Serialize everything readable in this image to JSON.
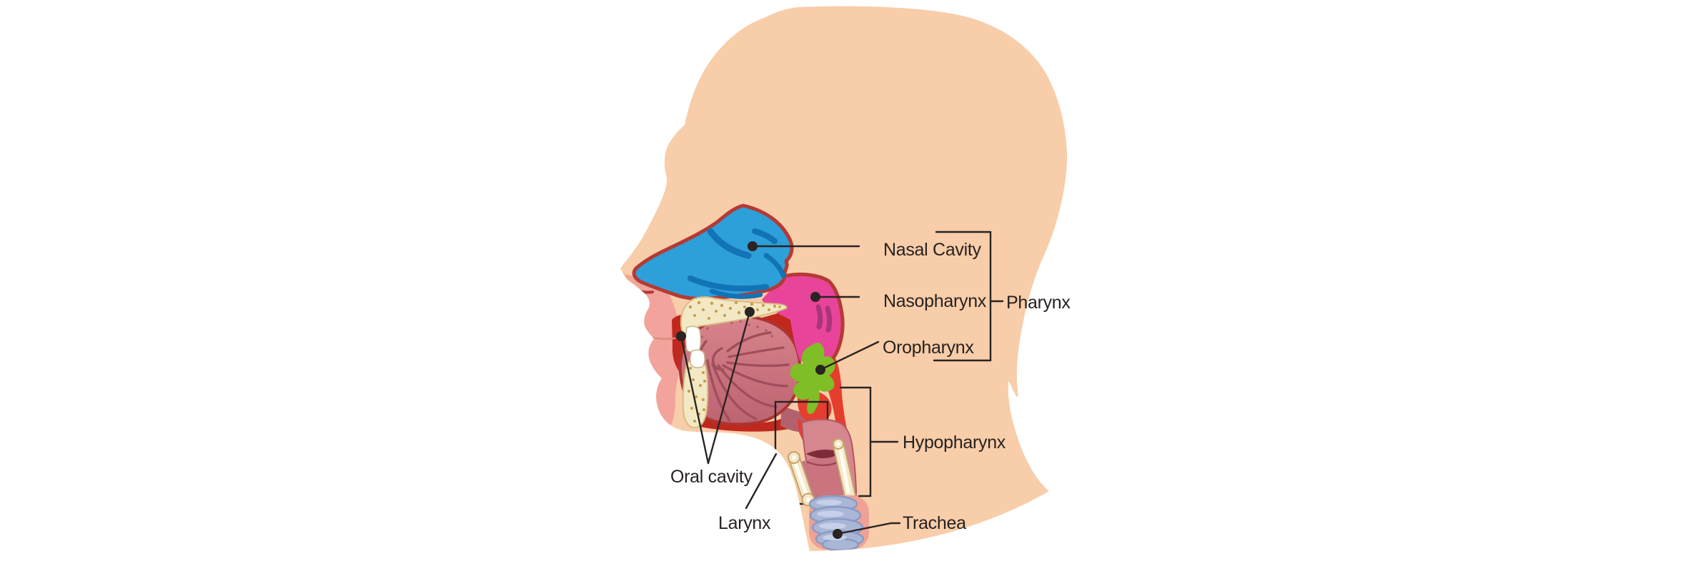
{
  "diagram": {
    "subject": "Pharynx anatomy side-view head diagram",
    "labels": {
      "nasal_cavity": "Nasal Cavity",
      "nasopharynx": "Nasopharynx",
      "oropharynx": "Oropharynx",
      "pharynx": "Pharynx",
      "hypopharynx": "Hypopharynx",
      "oral_cavity": "Oral cavity",
      "larynx": "Larynx",
      "trachea": "Trachea"
    }
  },
  "colors": {
    "background": "#FFFFFF",
    "skin": "#F8CDA9",
    "skin_shadow": "#E9AE89",
    "lips_area": "#F2A39B",
    "outline_dark_red": "#B43A34",
    "nasal_cavity_blue": "#2D9FD9",
    "nasal_streak_blue": "#1273B6",
    "nasopharynx_pink": "#E8449A",
    "nasopharynx_streak": "#A83578",
    "oropharynx_green": "#7FBE27",
    "muscle_red": "#E63E2D",
    "lining_red": "#C0281E",
    "tongue": "#CC7680",
    "tongue_line": "#A14E5C",
    "bone_cream": "#F2E9C4",
    "bone_speckle": "#C89A4B",
    "cartilage_cream": "#F2E8C8",
    "cartilage_outline": "#C8A26B",
    "esophagus": "#D5868E",
    "esophagus_fold": "#7E2C3A",
    "trachea_blue": "#A9B6D6",
    "trachea_edge": "#8B9AC2",
    "teeth": "#FFFFFF",
    "annotation": "#2A2422"
  }
}
